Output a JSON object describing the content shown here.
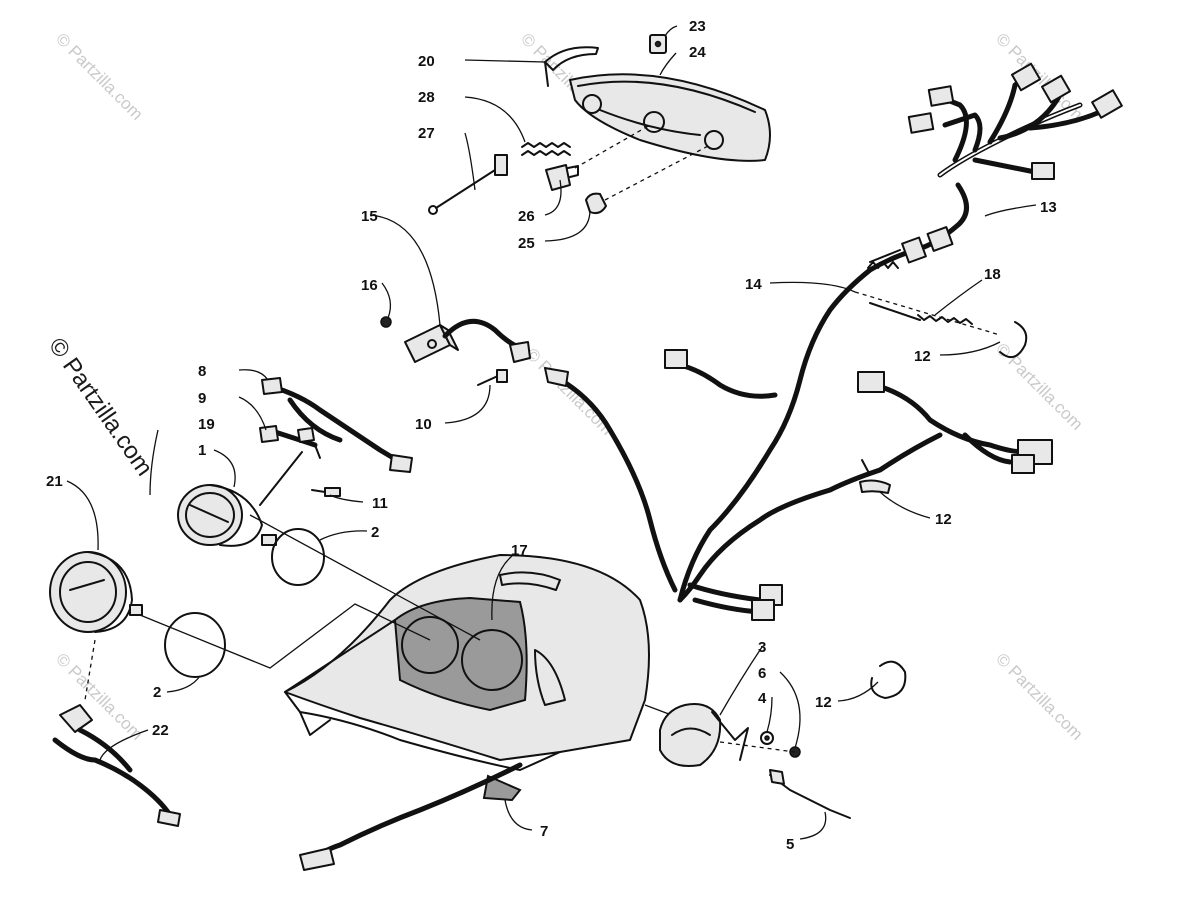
{
  "watermark": {
    "small_text": "© Partzilla.com",
    "side_text": "© Partzilla.com"
  },
  "callouts": [
    {
      "id": "c1",
      "text": "1"
    },
    {
      "id": "c2a",
      "text": "2"
    },
    {
      "id": "c2b",
      "text": "2"
    },
    {
      "id": "c3",
      "text": "3"
    },
    {
      "id": "c4",
      "text": "4"
    },
    {
      "id": "c5",
      "text": "5"
    },
    {
      "id": "c6",
      "text": "6"
    },
    {
      "id": "c7",
      "text": "7"
    },
    {
      "id": "c8",
      "text": "8"
    },
    {
      "id": "c9",
      "text": "9"
    },
    {
      "id": "c10",
      "text": "10"
    },
    {
      "id": "c11",
      "text": "11"
    },
    {
      "id": "c12a",
      "text": "12"
    },
    {
      "id": "c12b",
      "text": "12"
    },
    {
      "id": "c12c",
      "text": "12"
    },
    {
      "id": "c13",
      "text": "13"
    },
    {
      "id": "c14",
      "text": "14"
    },
    {
      "id": "c15",
      "text": "15"
    },
    {
      "id": "c16",
      "text": "16"
    },
    {
      "id": "c17",
      "text": "17"
    },
    {
      "id": "c18",
      "text": "18"
    },
    {
      "id": "c19",
      "text": "19"
    },
    {
      "id": "c20",
      "text": "20"
    },
    {
      "id": "c21",
      "text": "21"
    },
    {
      "id": "c22",
      "text": "22"
    },
    {
      "id": "c23",
      "text": "23"
    },
    {
      "id": "c24",
      "text": "24"
    },
    {
      "id": "c25",
      "text": "25"
    },
    {
      "id": "c26",
      "text": "26"
    },
    {
      "id": "c27",
      "text": "27"
    },
    {
      "id": "c28",
      "text": "28"
    }
  ]
}
